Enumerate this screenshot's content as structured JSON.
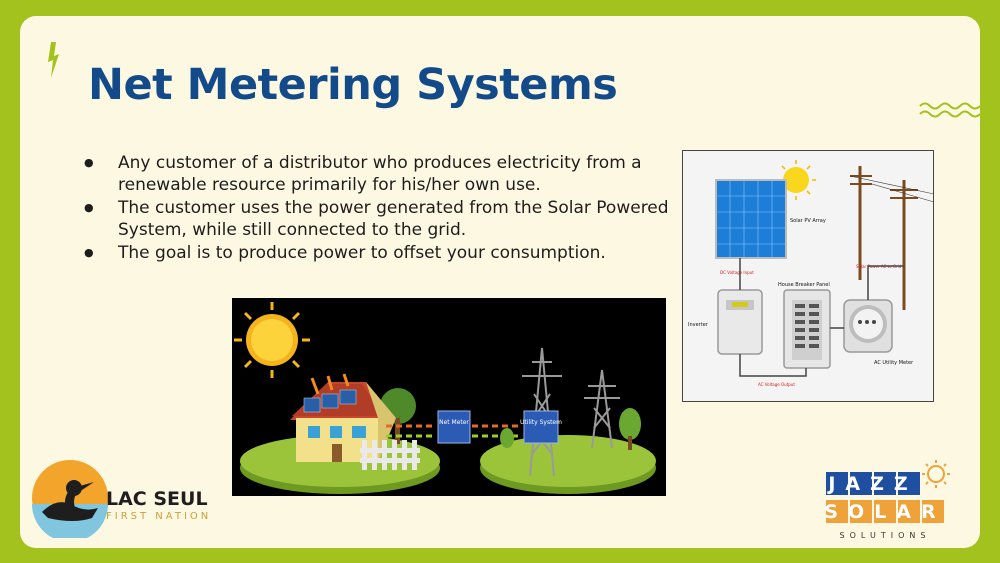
{
  "slide": {
    "title": "Net Metering Systems",
    "bullets": [
      "Any customer of a distributor who produces electricity from a renewable resource primarily for his/her own use.",
      "The customer uses the power generated from the Solar Powered System, while still connected to the grid.",
      "The goal is to produce power to offset your consumption."
    ]
  },
  "house_diagram": {
    "net_meter": "Net Meter",
    "utility_system": "Utility System"
  },
  "panel_diagram": {
    "solar_pv_array": "Solar PV Array",
    "house_breaker_panel": "House Breaker Panel",
    "dc_voltage_input": "DC Voltage Input",
    "solar_power_ac_to_grid": "Solar Power AC to Grid",
    "inverter": "Inverter",
    "ac_utility_meter": "AC Utility Meter",
    "ac_voltage_output": "AC Voltage Output"
  },
  "logos": {
    "lac_seul_name": "LAC SEUL",
    "lac_seul_sub": "FIRST NATION",
    "jazz_line1": "JAZZ",
    "jazz_line2": "SOLAR",
    "jazz_line3": "SOLUTIONS"
  },
  "colors": {
    "border": "#a3c21d",
    "background": "#fdf8e2",
    "title": "#134b8a"
  }
}
